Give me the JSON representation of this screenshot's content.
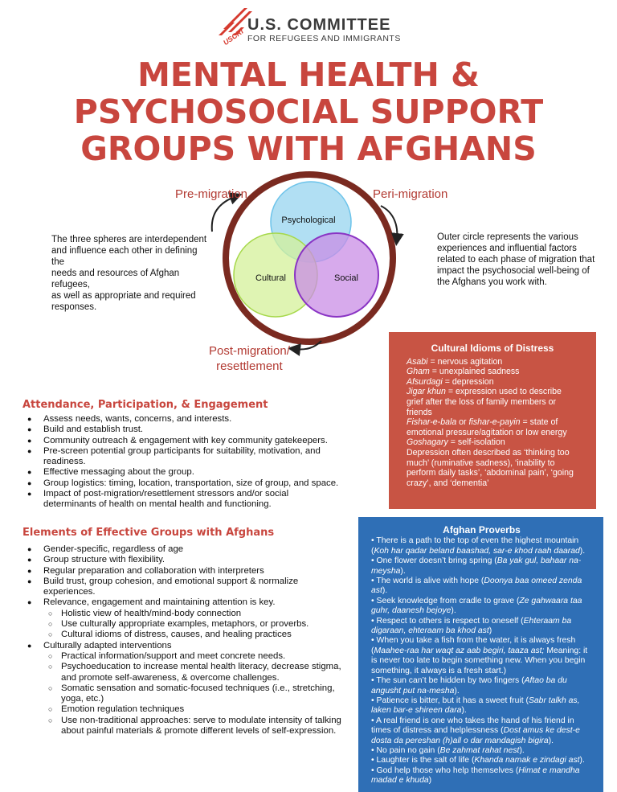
{
  "logo": {
    "org_line1": "U.S. COMMITTEE",
    "org_line2": "FOR REFUGEES AND IMMIGRANTS",
    "abbr": "USCRI"
  },
  "title": {
    "line1": "MENTAL HEALTH &",
    "line2": "PSYCHOSOCIAL SUPPORT",
    "line3": "GROUPS WITH AFGHANS"
  },
  "diagram": {
    "pre_migration": "Pre-migration",
    "peri_migration": "Peri-migration",
    "post_migration_line1": "Post-migration/",
    "post_migration_line2": "resettlement",
    "psychological": "Psychological",
    "cultural": "Cultural",
    "social": "Social",
    "left_text": [
      "The three spheres are interdependent",
      "and influence each other in defining the",
      "needs and resources of Afghan refugees,",
      "as well as appropriate and required",
      "responses."
    ],
    "right_text": [
      "Outer circle represents the various",
      "experiences and influential factors",
      "related to each phase of migration that",
      "impact the psychosocial well-being of",
      "the Afghans you work with."
    ],
    "colors": {
      "outer_ring": "#7a2a20",
      "psychological": "#a9dcf2",
      "cultural": "#d4f09a",
      "social": "#c98ee6"
    }
  },
  "attendance": {
    "heading": "Attendance, Participation, & Engagement",
    "items": [
      "Assess needs, wants, concerns, and interests.",
      "Build and establish trust.",
      "Community outreach & engagement with key community gatekeepers.",
      "Pre-screen potential group participants for suitability, motivation, and readiness.",
      "Effective messaging about the group.",
      "Group logistics: timing, location, transportation, size of group, and space.",
      "Impact of post-migration/resettlement stressors and/or social determinants of health on mental health and functioning."
    ]
  },
  "elements": {
    "heading": "Elements of Effective Groups with Afghans",
    "items": [
      "Gender-specific, regardless of age",
      "Group structure with flexibility.",
      "Regular preparation and collaboration with interpreters",
      "Build trust, group cohesion, and emotional support & normalize experiences.",
      "Relevance, engagement and maintaining attention is key."
    ],
    "relevance_sub": [
      "Holistic view of health/mind-body connection",
      "Use culturally appropriate examples, metaphors, or proverbs.",
      "Cultural idioms of distress, causes, and healing practices"
    ],
    "culturally_adapted": "Culturally adapted interventions",
    "adapted_sub": [
      "Practical information/support and meet concrete needs.",
      "Psychoeducation to increase mental health literacy, decrease stigma, and promote self-awareness, & overcome challenges.",
      "Somatic sensation and somatic-focused techniques (i.e., stretching, yoga, etc.)",
      "Emotion regulation techniques",
      "Use non-traditional approaches: serve to modulate intensity of talking about painful materials & promote different levels of self-expression."
    ]
  },
  "idioms": {
    "title": "Cultural Idioms of Distress",
    "items": [
      {
        "term": "Asabi",
        "def": " = nervous agitation"
      },
      {
        "term": "Gham",
        "def": " = unexplained sadness"
      },
      {
        "term": "Afsurdagi",
        "def": " = depression"
      },
      {
        "term": "Jigar khun",
        "def": " = expression used to describe grief after the loss of family members or friends"
      },
      {
        "term": "Fishar-e-bala",
        "mid": " or ",
        "term2": "fishar-e-payin",
        "def": " = state of emotional pressure/agitation or low energy"
      },
      {
        "term": "Goshagary",
        "def": " = self-isolation"
      }
    ],
    "depression_note": "Depression often described as ‘thinking too much’ (ruminative sadness), ‘inability to perform daily tasks’, ‘abdominal pain’, ‘going crazy’, and ‘dementia’"
  },
  "proverbs": {
    "title": "Afghan Proverbs",
    "items": [
      {
        "text": "There is a path to the top of even the highest mountain (",
        "dari": "Koh har qadar beland baashad, sar-e khod raah daarad",
        "after": ")."
      },
      {
        "text": "One flower doesn’t bring spring (",
        "dari": "Ba yak gul, bahaar na-meysha",
        "after": ")."
      },
      {
        "text": "The world is alive with hope (",
        "dari": "Doonya baa omeed zenda ast",
        "after": ")."
      },
      {
        "text": "Seek knowledge from cradle to grave (",
        "dari": "Ze gahwaara taa guhr, daanesh bejoye",
        "after": ")."
      },
      {
        "text": "Respect to others is respect to oneself (",
        "dari": "Ehteraam ba digaraan, ehteraam ba khod ast",
        "after": ")"
      },
      {
        "text": "When you take a fish from the water, it is always fresh (",
        "dari": "Maahee-raa har waqt az aab begiri, taaza ast;",
        "after": " Meaning: it is never too late to begin something new. When you begin something, it always is a fresh start.)"
      },
      {
        "text": "The sun can’t be hidden by two fingers (",
        "dari": "Aftao ba du angusht put na-mesha",
        "after": ")."
      },
      {
        "text": "Patience is bitter, but it has a sweet fruit (",
        "dari": "Sabr talkh as, laken bar-e shireen dara",
        "after": ")."
      },
      {
        "text": "A real friend is one who takes the hand of his friend in times of distress and helplessness (",
        "dari": "Dost amus ke dest-e dosta da pereshan (h)all o dar mandagish bigira",
        "after": ")."
      },
      {
        "text": "No pain no gain (",
        "dari": "Be zahmat rahat nest",
        "after": ")."
      },
      {
        "text": "Laughter is the salt of life (",
        "dari": "Khanda namak e zindagi ast",
        "after": ")."
      },
      {
        "text": "God help those who help themselves (",
        "dari": "Himat e mandha madad e khuda",
        "after": ")"
      }
    ]
  }
}
